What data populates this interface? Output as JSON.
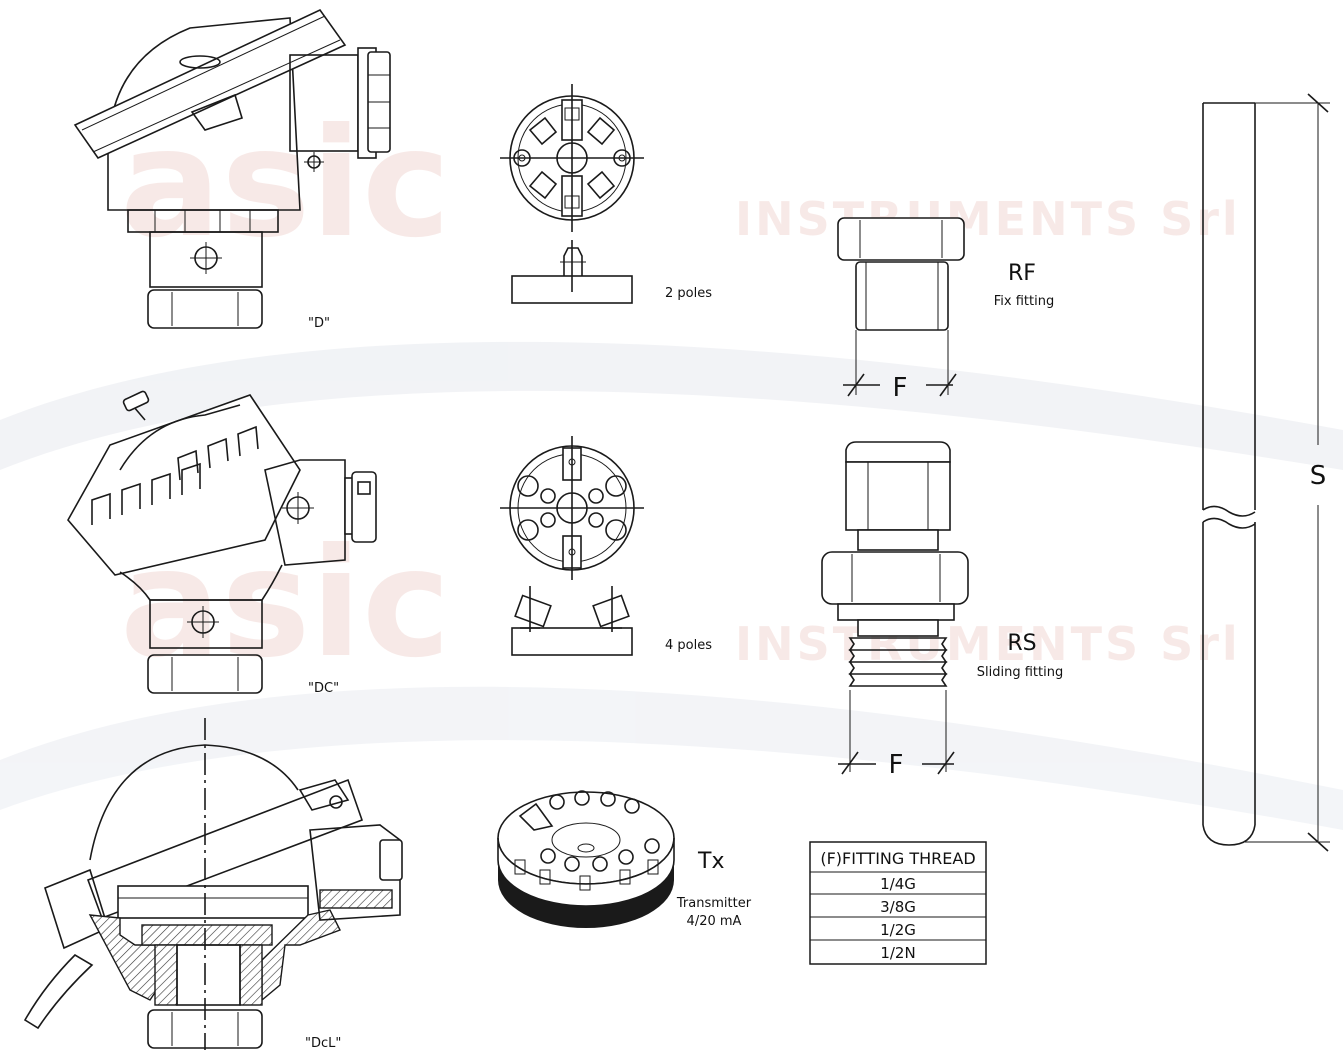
{
  "watermark": {
    "logo_text": "asic",
    "company": "INSTRUMENTS Srl",
    "color": "#e8b8b0"
  },
  "heads": [
    {
      "label": "\"D\""
    },
    {
      "label": "\"DC\""
    },
    {
      "label": "\"DcL\""
    }
  ],
  "terminal_blocks": [
    {
      "label": "2 poles"
    },
    {
      "label": "4 poles"
    }
  ],
  "transmitter": {
    "code": "Tx",
    "line1": "Transmitter",
    "line2": "4/20 mA"
  },
  "fittings": [
    {
      "code": "RF",
      "name": "Fix fitting",
      "dim": "F"
    },
    {
      "code": "RS",
      "name": "Sliding fitting",
      "dim": "F"
    }
  ],
  "thread_table": {
    "header": "(F)FITTING THREAD",
    "rows": [
      "1/4G",
      "3/8G",
      "1/2G",
      "1/2N"
    ]
  },
  "sheath": {
    "dim": "S"
  }
}
